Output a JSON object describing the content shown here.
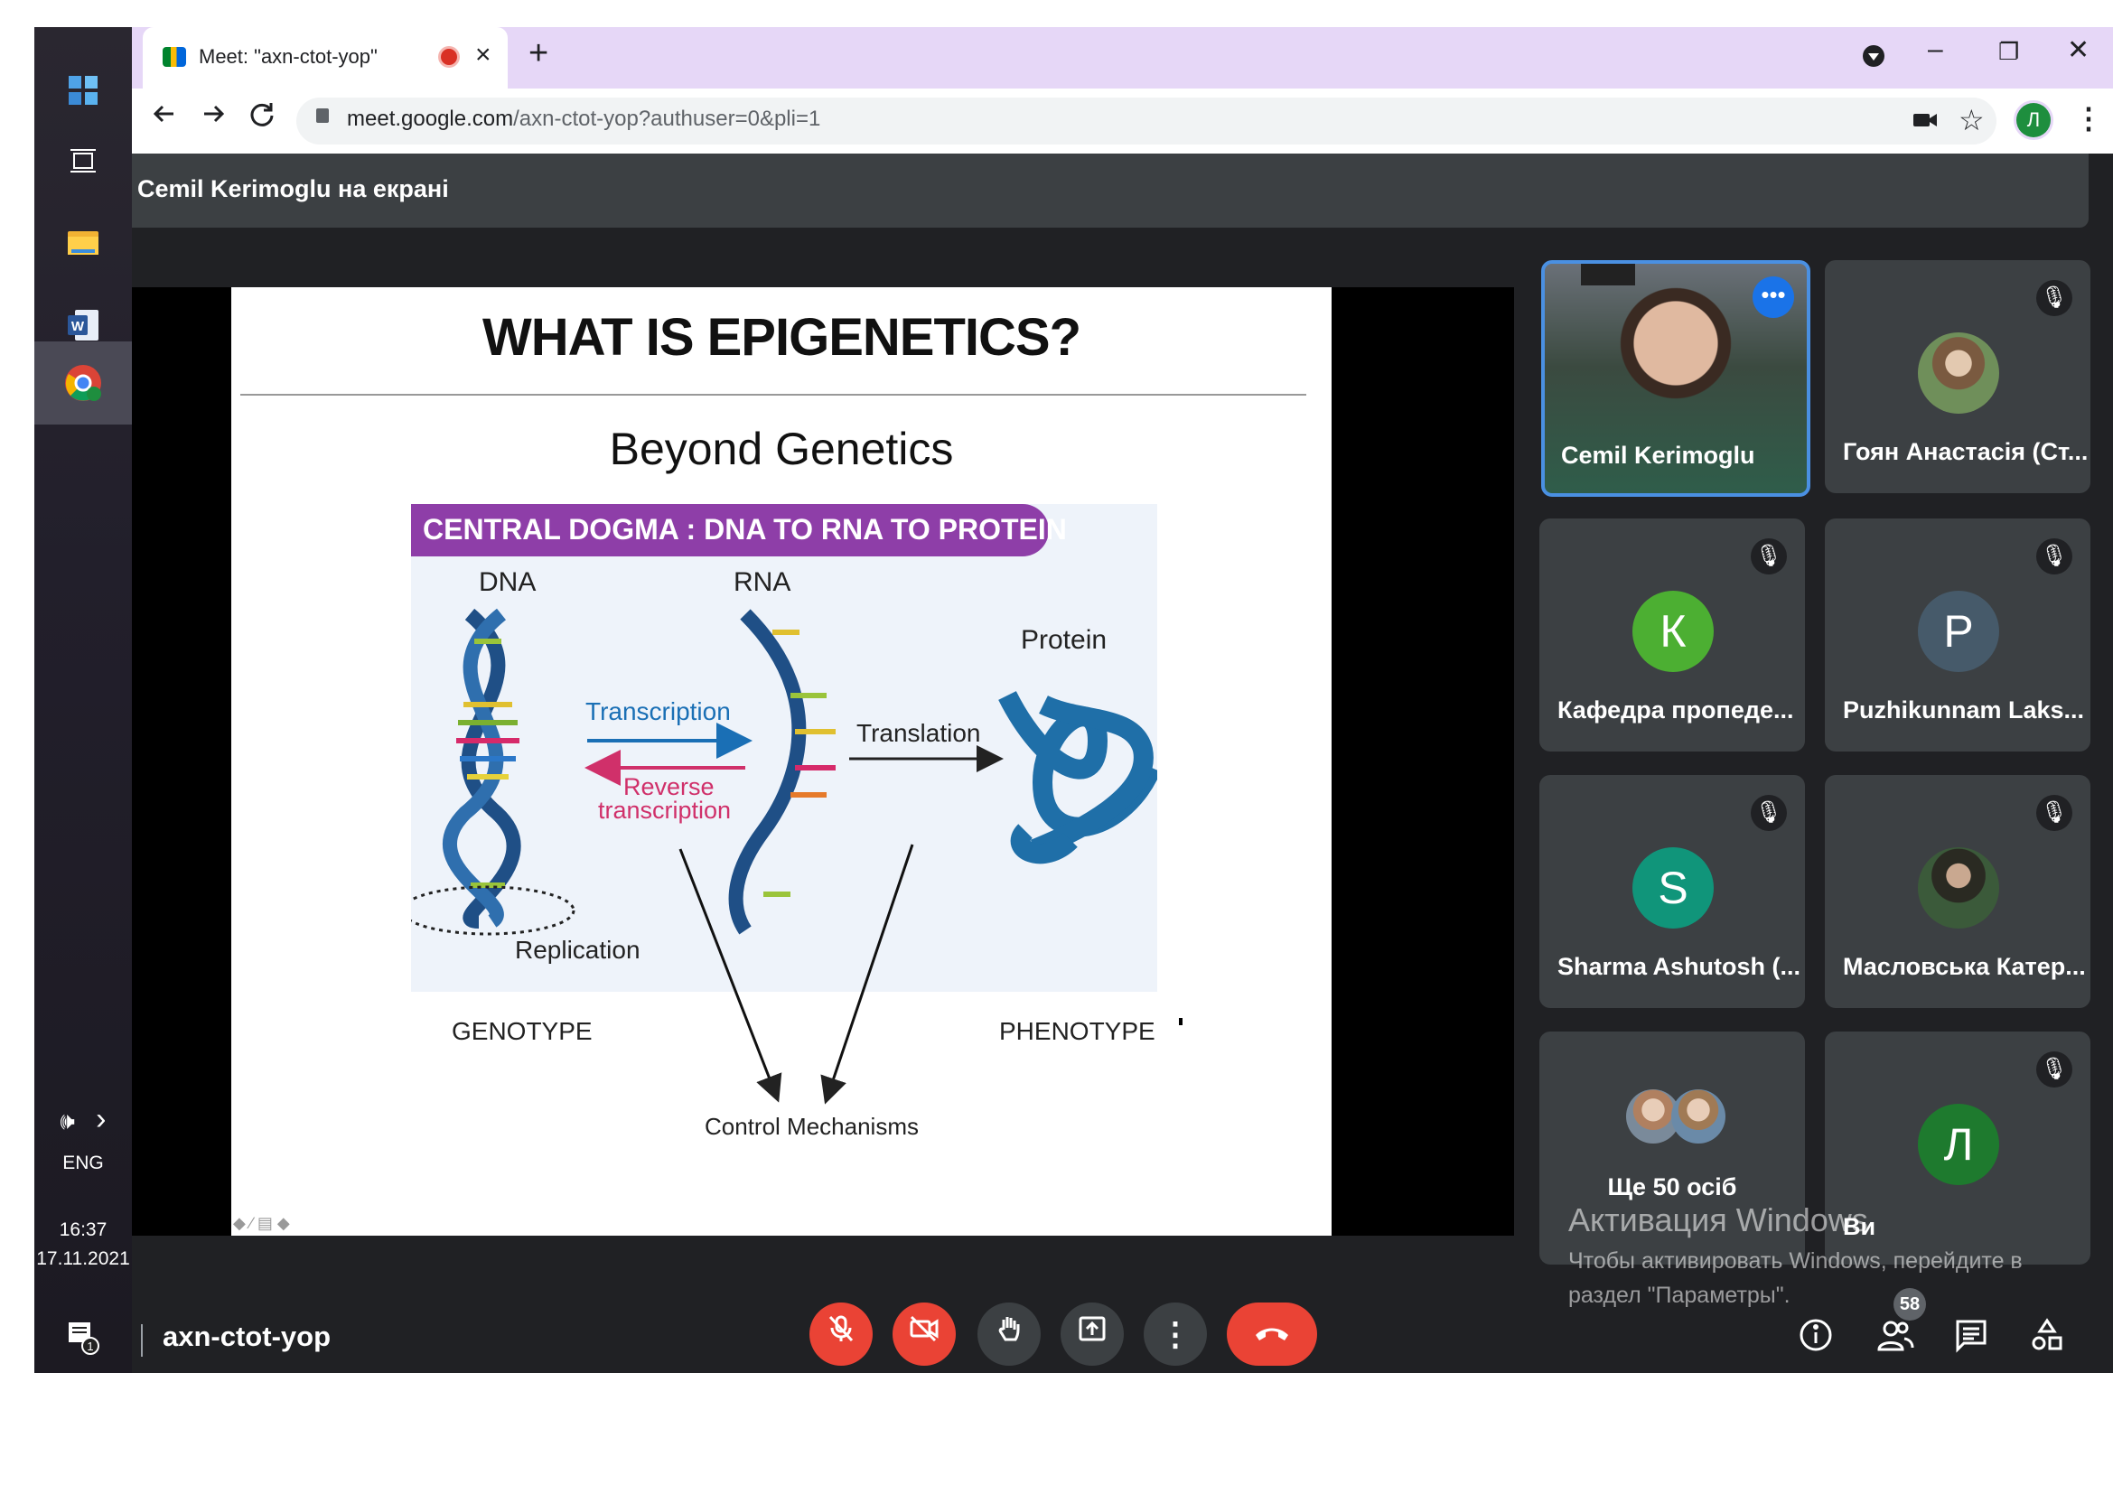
{
  "taskbar": {
    "volume_icon": "🕪",
    "chevron": "›",
    "language": "ENG",
    "time": "16:37",
    "date": "17.11.2021",
    "notification_count": "1"
  },
  "browser": {
    "tab_title": "Meet: \"axn-ctot-yop\"",
    "tab_close": "×",
    "new_tab": "+",
    "url_host": "meet.google.com",
    "url_path": "/axn-ctot-yop?authuser=0&pli=1",
    "profile_initial": "Л",
    "window_minimize": "–",
    "window_restore": "❐",
    "window_close": "✕"
  },
  "meet": {
    "presenting_text": "Cemil Kerimoglu на екрані",
    "meeting_code": "axn-ctot-yop",
    "participants_count": "58"
  },
  "slide": {
    "title": "WHAT IS EPIGENETICS?",
    "subtitle": "Beyond Genetics",
    "banner": "CENTRAL DOGMA : DNA TO RNA TO PROTEIN",
    "dna": "DNA",
    "rna": "RNA",
    "protein": "Protein",
    "transcription": "Transcription",
    "reverse_line1": "Reverse",
    "reverse_line2": "transcription",
    "translation": "Translation",
    "replication": "Replication",
    "genotype": "GENOTYPE",
    "phenotype": "PHENOTYPE",
    "control": "Control Mechanisms"
  },
  "tiles": {
    "self": "Cemil Kerimoglu",
    "t2": "Гоян Анастасія (Ст...",
    "t3": "Кафедра пропеде...",
    "t3_initial": "К",
    "t4": "Puzhikunnam Laks...",
    "t4_initial": "P",
    "t5": "Sharma Ashutosh (...",
    "t5_initial": "S",
    "t6": "Масловська Катер...",
    "t7": "Ще 50 осіб",
    "t8": "Ви",
    "t8_initial": "Л"
  },
  "watermark": {
    "line1": "Активация Windows",
    "line2": "Чтобы активировать Windows, перейдите в",
    "line3": "раздел \"Параметры\"."
  },
  "colors": {
    "meet_bg": "#202124",
    "tile_bg": "#3c4043",
    "end_call": "#ea4335",
    "tab_strip": "#e6d7f7",
    "banner": "#8e3ea8"
  }
}
